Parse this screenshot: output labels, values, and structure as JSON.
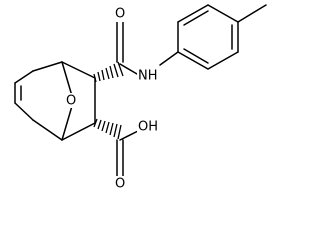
{
  "labels": {
    "bridge_oxygen": "O",
    "amide_oxygen": "O",
    "amide_nh": "NH",
    "acid_hydroxyl": "OH",
    "acid_carbonyl_oxygen": "O"
  },
  "colors": {
    "bond": "#000000",
    "background": "#ffffff"
  }
}
